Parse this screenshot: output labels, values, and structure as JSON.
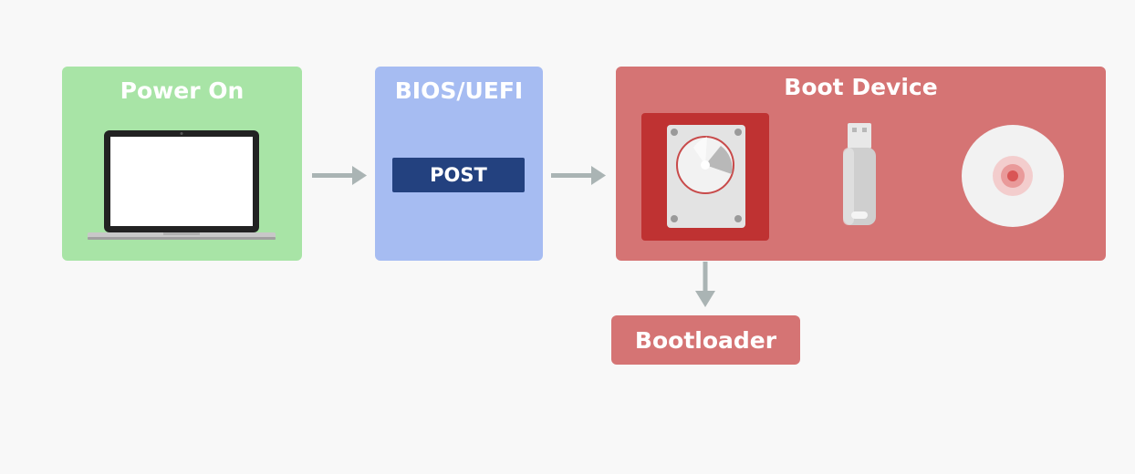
{
  "power": {
    "title": "Power On",
    "icon": "laptop-icon"
  },
  "bios": {
    "title": "BIOS/UEFI",
    "post_label": "POST"
  },
  "boot": {
    "title": "Boot Device",
    "devices": [
      "hard-drive-icon",
      "usb-drive-icon",
      "optical-disc-icon"
    ],
    "selected": "hard-drive-icon"
  },
  "bootloader": {
    "label": "Bootloader"
  },
  "colors": {
    "power": "#a8e4a6",
    "bios": "#a6bcf2",
    "post": "#23417f",
    "boot": "#d57474",
    "selected_highlight": "#bf3232",
    "arrow": "#aab4b4"
  }
}
